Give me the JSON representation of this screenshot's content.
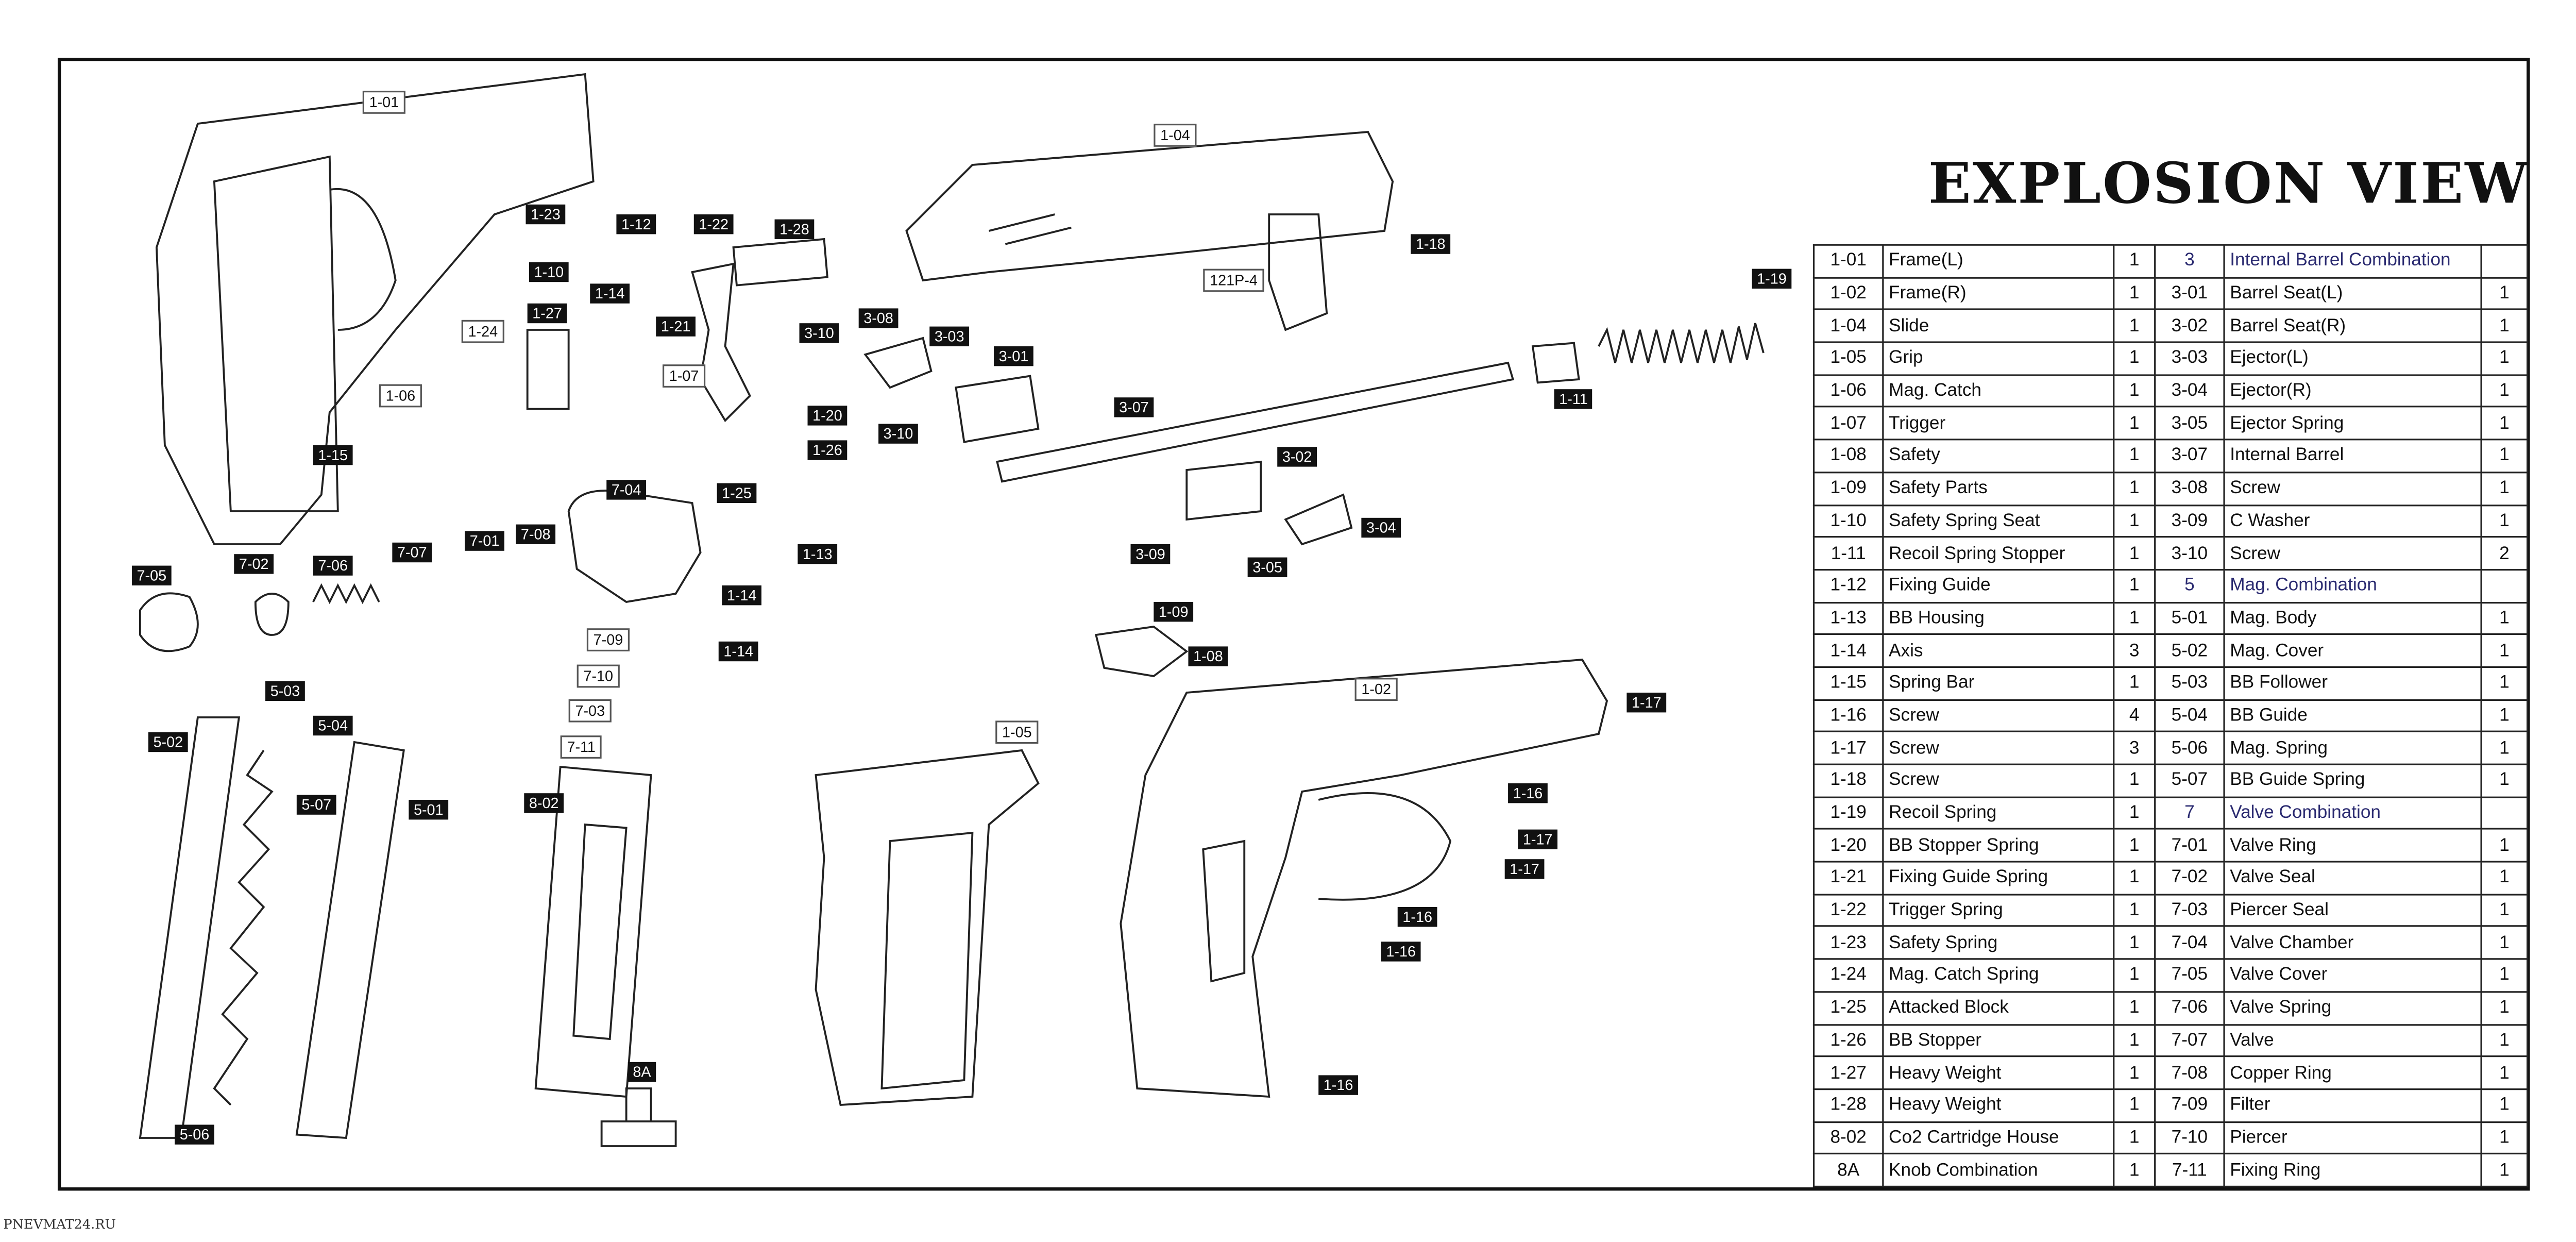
{
  "title": "EXPLOSION VIEW",
  "watermark": "PNEVMAT24.RU",
  "parts_table": [
    [
      "1-01",
      "Frame(L)",
      "1",
      "3",
      "Internal Barrel Combination",
      ""
    ],
    [
      "1-02",
      "Frame(R)",
      "1",
      "3-01",
      "Barrel Seat(L)",
      "1"
    ],
    [
      "1-04",
      "Slide",
      "1",
      "3-02",
      "Barrel Seat(R)",
      "1"
    ],
    [
      "1-05",
      "Grip",
      "1",
      "3-03",
      "Ejector(L)",
      "1"
    ],
    [
      "1-06",
      "Mag. Catch",
      "1",
      "3-04",
      "Ejector(R)",
      "1"
    ],
    [
      "1-07",
      "Trigger",
      "1",
      "3-05",
      "Ejector Spring",
      "1"
    ],
    [
      "1-08",
      "Safety",
      "1",
      "3-07",
      "Internal Barrel",
      "1"
    ],
    [
      "1-09",
      "Safety Parts",
      "1",
      "3-08",
      "Screw",
      "1"
    ],
    [
      "1-10",
      "Safety Spring Seat",
      "1",
      "3-09",
      "C Washer",
      "1"
    ],
    [
      "1-11",
      "Recoil Spring Stopper",
      "1",
      "3-10",
      "Screw",
      "2"
    ],
    [
      "1-12",
      "Fixing Guide",
      "1",
      "5",
      "Mag. Combination",
      ""
    ],
    [
      "1-13",
      "BB Housing",
      "1",
      "5-01",
      "Mag. Body",
      "1"
    ],
    [
      "1-14",
      "Axis",
      "3",
      "5-02",
      "Mag. Cover",
      "1"
    ],
    [
      "1-15",
      "Spring Bar",
      "1",
      "5-03",
      "BB Follower",
      "1"
    ],
    [
      "1-16",
      "Screw",
      "4",
      "5-04",
      "BB Guide",
      "1"
    ],
    [
      "1-17",
      "Screw",
      "3",
      "5-06",
      "Mag. Spring",
      "1"
    ],
    [
      "1-18",
      "Screw",
      "1",
      "5-07",
      "BB Guide Spring",
      "1"
    ],
    [
      "1-19",
      "Recoil Spring",
      "1",
      "7",
      "Valve Combination",
      ""
    ],
    [
      "1-20",
      "BB Stopper Spring",
      "1",
      "7-01",
      "Valve Ring",
      "1"
    ],
    [
      "1-21",
      "Fixing Guide Spring",
      "1",
      "7-02",
      "Valve Seal",
      "1"
    ],
    [
      "1-22",
      "Trigger Spring",
      "1",
      "7-03",
      "Piercer Seal",
      "1"
    ],
    [
      "1-23",
      "Safety Spring",
      "1",
      "7-04",
      "Valve Chamber",
      "1"
    ],
    [
      "1-24",
      "Mag. Catch Spring",
      "1",
      "7-05",
      "Valve Cover",
      "1"
    ],
    [
      "1-25",
      "Attacked Block",
      "1",
      "7-06",
      "Valve Spring",
      "1"
    ],
    [
      "1-26",
      "BB Stopper",
      "1",
      "7-07",
      "Valve",
      "1"
    ],
    [
      "1-27",
      "Heavy Weight",
      "1",
      "7-08",
      "Copper Ring",
      "1"
    ],
    [
      "1-28",
      "Heavy Weight",
      "1",
      "7-09",
      "Filter",
      "1"
    ],
    [
      "8-02",
      "Co2 Cartridge House",
      "1",
      "7-10",
      "Piercer",
      "1"
    ],
    [
      "8A",
      "Knob Combination",
      "1",
      "7-11",
      "Fixing Ring",
      "1"
    ]
  ],
  "group_rows": [
    "3",
    "5",
    "7"
  ],
  "group_color": "#2a2a70",
  "callouts_dark": [
    "1-23",
    "1-12",
    "1-22",
    "1-28",
    "1-10",
    "1-14",
    "1-21",
    "1-27",
    "1-18",
    "1-19",
    "3-08",
    "3-03",
    "3-10",
    "3-01",
    "1-20",
    "3-10",
    "1-26",
    "3-07",
    "1-11",
    "3-02",
    "1-15",
    "7-04",
    "1-25",
    "1-13",
    "3-04",
    "3-09",
    "3-05",
    "7-05",
    "7-02",
    "7-06",
    "7-07",
    "7-01",
    "7-08",
    "1-14",
    "1-14",
    "1-09",
    "1-08",
    "5-03",
    "5-04",
    "5-02",
    "5-07",
    "5-01",
    "8-02",
    "1-17",
    "1-16",
    "1-17",
    "1-17",
    "1-16",
    "1-16",
    "1-16",
    "8A",
    "5-06"
  ],
  "callouts_light": [
    "1-01",
    "1-04",
    "1-24",
    "1-06",
    "1-07",
    "121P-4",
    "7-09",
    "7-10",
    "7-03",
    "7-11",
    "1-02",
    "1-05"
  ]
}
